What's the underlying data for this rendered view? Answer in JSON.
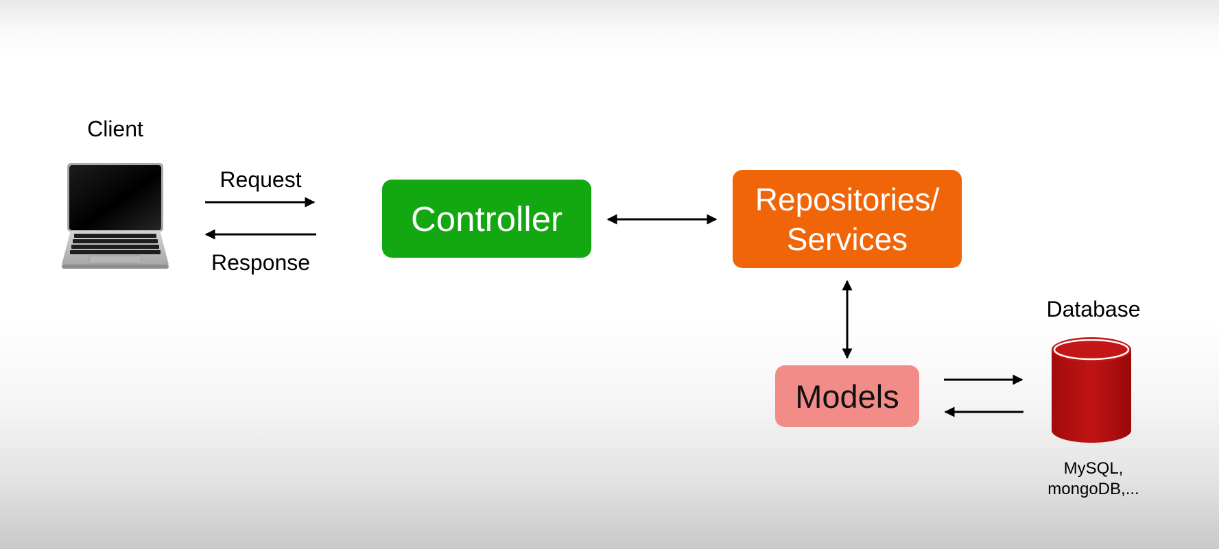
{
  "nodes": {
    "client": {
      "label": "Client"
    },
    "controller": {
      "label": "Controller",
      "fill": "#13a812"
    },
    "repositories": {
      "line1": "Repositories/",
      "line2": "Services",
      "fill": "#f06508"
    },
    "models": {
      "label": "Models",
      "fill": "#f28c88"
    },
    "database": {
      "label": "Database",
      "fill": "#b30d0d",
      "examples_line1": "MySQL,",
      "examples_line2": "mongoDB,..."
    }
  },
  "edges": {
    "client_controller": {
      "forward_label": "Request",
      "return_label": "Response"
    },
    "controller_repositories": {
      "direction": "bidirectional"
    },
    "repositories_models": {
      "direction": "bidirectional"
    },
    "models_database": {
      "direction": "two-way"
    }
  },
  "icons": {
    "client": "laptop-icon",
    "database": "database-cylinder-icon"
  }
}
